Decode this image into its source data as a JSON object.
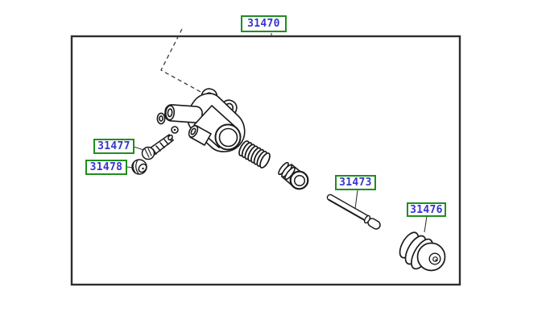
{
  "part_labels": {
    "assembly": "31470",
    "bolt": "31477",
    "cap": "31478",
    "push_rod": "31473",
    "boot": "31476"
  },
  "colors": {
    "label_text": "#3434cf",
    "label_box_border": "#1f8f1f",
    "line_art": "#1a1a1a",
    "frame_border": "#2e2e2e",
    "background": "#ffffff"
  },
  "icons": {
    "drawings": [
      "cylinder-body-drawing",
      "bolt-drawing",
      "cap-drawing",
      "spring-drawing",
      "piston-drawing",
      "push-rod-drawing",
      "boot-drawing"
    ]
  }
}
